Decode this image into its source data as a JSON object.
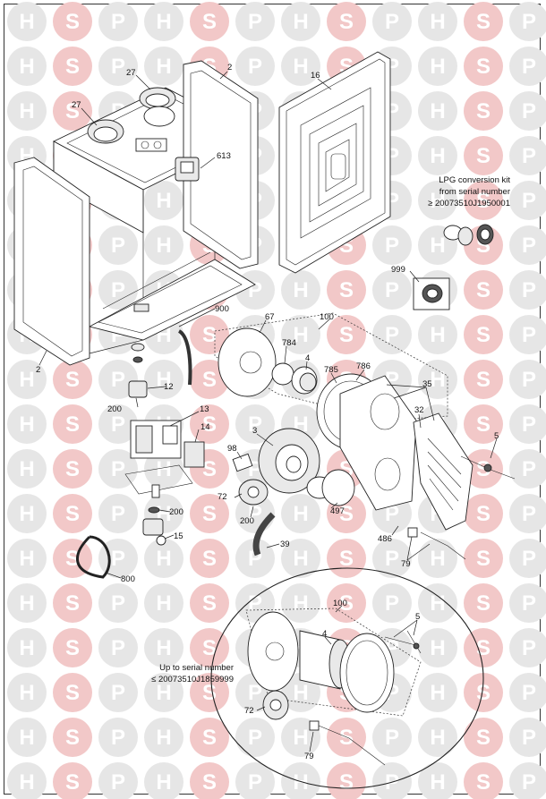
{
  "watermark": {
    "letters": [
      "H",
      "S",
      "P"
    ],
    "color": "#e6e6e6",
    "accent": "#f2c8c8"
  },
  "labels": {
    "p27a": "27",
    "p27b": "27",
    "p2a": "2",
    "p2b": "2",
    "p16": "16",
    "p613": "613",
    "p900": "900",
    "p67": "67",
    "p100": "100",
    "p784": "784",
    "p4": "4",
    "p786": "786",
    "p785": "785",
    "p35": "35",
    "p32": "32",
    "p12": "12",
    "p200a": "200",
    "p13": "13",
    "p14": "14",
    "p98": "98",
    "p3": "3",
    "p5": "5",
    "p72": "72",
    "p200b": "200",
    "p200c": "200",
    "p497": "497",
    "p486": "486",
    "p15": "15",
    "p39": "39",
    "p79": "79",
    "p800": "800",
    "p999": "999",
    "i100": "100",
    "i4": "4",
    "i5": "5",
    "i72": "72",
    "i79": "79"
  },
  "notes": {
    "lpg": [
      "LPG conversion kit",
      "from serial number",
      "≥ 20073510J1950001"
    ],
    "upto": [
      "Up to serial number",
      "≤ 20073510J1859999"
    ]
  }
}
